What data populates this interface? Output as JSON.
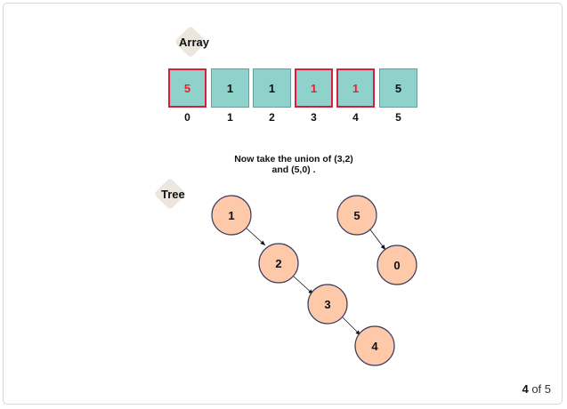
{
  "array_label": "Array",
  "tree_label": "Tree",
  "array": [
    {
      "value": "5",
      "index": "0",
      "highlighted": true,
      "red_text": true
    },
    {
      "value": "1",
      "index": "1",
      "highlighted": false,
      "red_text": false
    },
    {
      "value": "1",
      "index": "2",
      "highlighted": false,
      "red_text": false
    },
    {
      "value": "1",
      "index": "3",
      "highlighted": true,
      "red_text": true
    },
    {
      "value": "1",
      "index": "4",
      "highlighted": true,
      "red_text": true
    },
    {
      "value": "5",
      "index": "5",
      "highlighted": false,
      "red_text": false
    }
  ],
  "caption": {
    "line1": "Now take the union of (3,2)",
    "line2": "and (5,0) ."
  },
  "tree_nodes": [
    "1",
    "2",
    "3",
    "4",
    "5",
    "0"
  ],
  "tree_edges": [
    [
      "1",
      "2"
    ],
    [
      "2",
      "3"
    ],
    [
      "3",
      "4"
    ],
    [
      "5",
      "0"
    ]
  ],
  "pager": {
    "current": "4",
    "text": " of 5"
  },
  "colors": {
    "cell_fill": "#8fd1cb",
    "highlight_border": "#d61f3b",
    "highlight_text": "#e8202f",
    "node_fill": "#fdc9a9"
  }
}
